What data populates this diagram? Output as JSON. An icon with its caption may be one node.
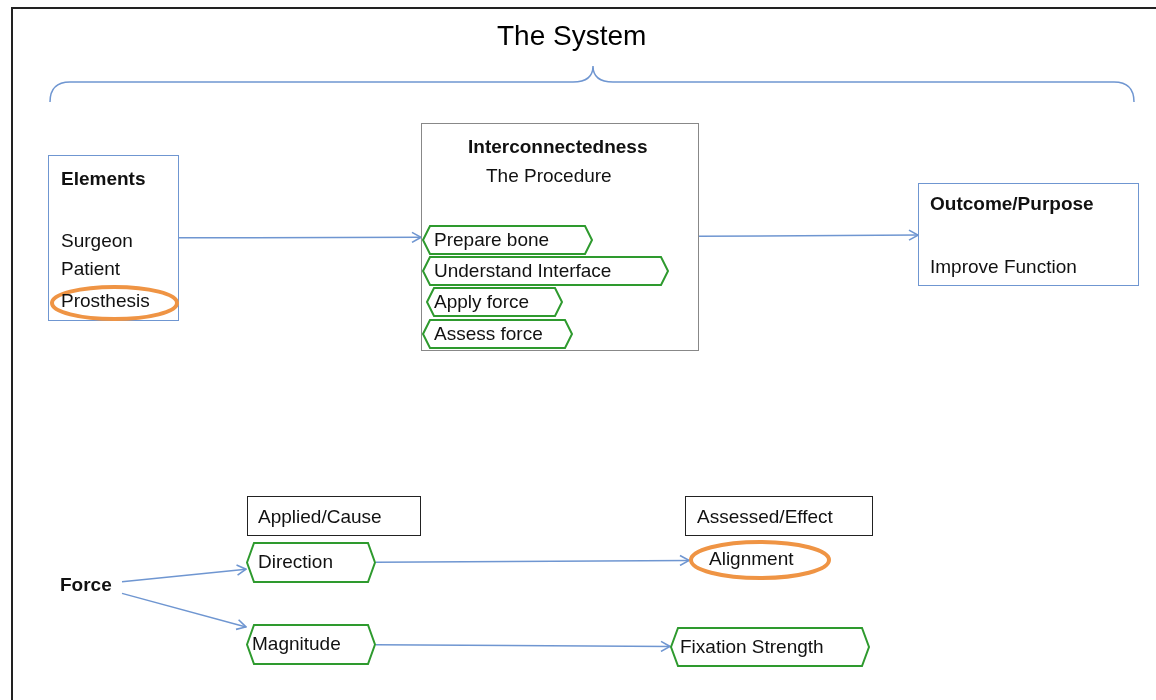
{
  "diagram": {
    "title": "The System",
    "nodes": [
      {
        "text": [
          "Elements",
          "Surgeon",
          "Patient"
        ]
      },
      {
        "text": [
          "Prosthesis"
        ],
        "in": 0
      },
      {
        "text": [
          "Interconnectedness",
          "The Procedure"
        ]
      },
      {
        "text": [
          "Prepare bone"
        ],
        "in": 2
      },
      {
        "text": [
          "Understand Interface"
        ],
        "in": 2
      },
      {
        "text": [
          "Apply force"
        ],
        "in": 2
      },
      {
        "text": [
          "Assess force"
        ],
        "in": 2
      },
      {
        "text": [
          "Outcome/Purpose",
          "Improve Function"
        ]
      },
      {
        "text": [
          "Applied/Cause"
        ]
      },
      {
        "text": [
          "Assessed/Effect"
        ]
      },
      {
        "text": [
          "Force"
        ]
      },
      {
        "text": [
          "Direction"
        ]
      },
      {
        "text": [
          "Alignment"
        ]
      },
      {
        "text": [
          "Magnitude"
        ]
      },
      {
        "text": [
          "Fixation Strength"
        ]
      }
    ],
    "edges": [
      {
        "from": 0,
        "to": 2,
        "arrow": "to"
      },
      {
        "from": 2,
        "to": 7,
        "arrow": "to"
      },
      {
        "from": 10,
        "to": 11,
        "arrow": "to"
      },
      {
        "from": 10,
        "to": 13,
        "arrow": "to"
      },
      {
        "from": 11,
        "to": 12,
        "arrow": "to"
      },
      {
        "from": 13,
        "to": 14,
        "arrow": "to"
      }
    ]
  }
}
